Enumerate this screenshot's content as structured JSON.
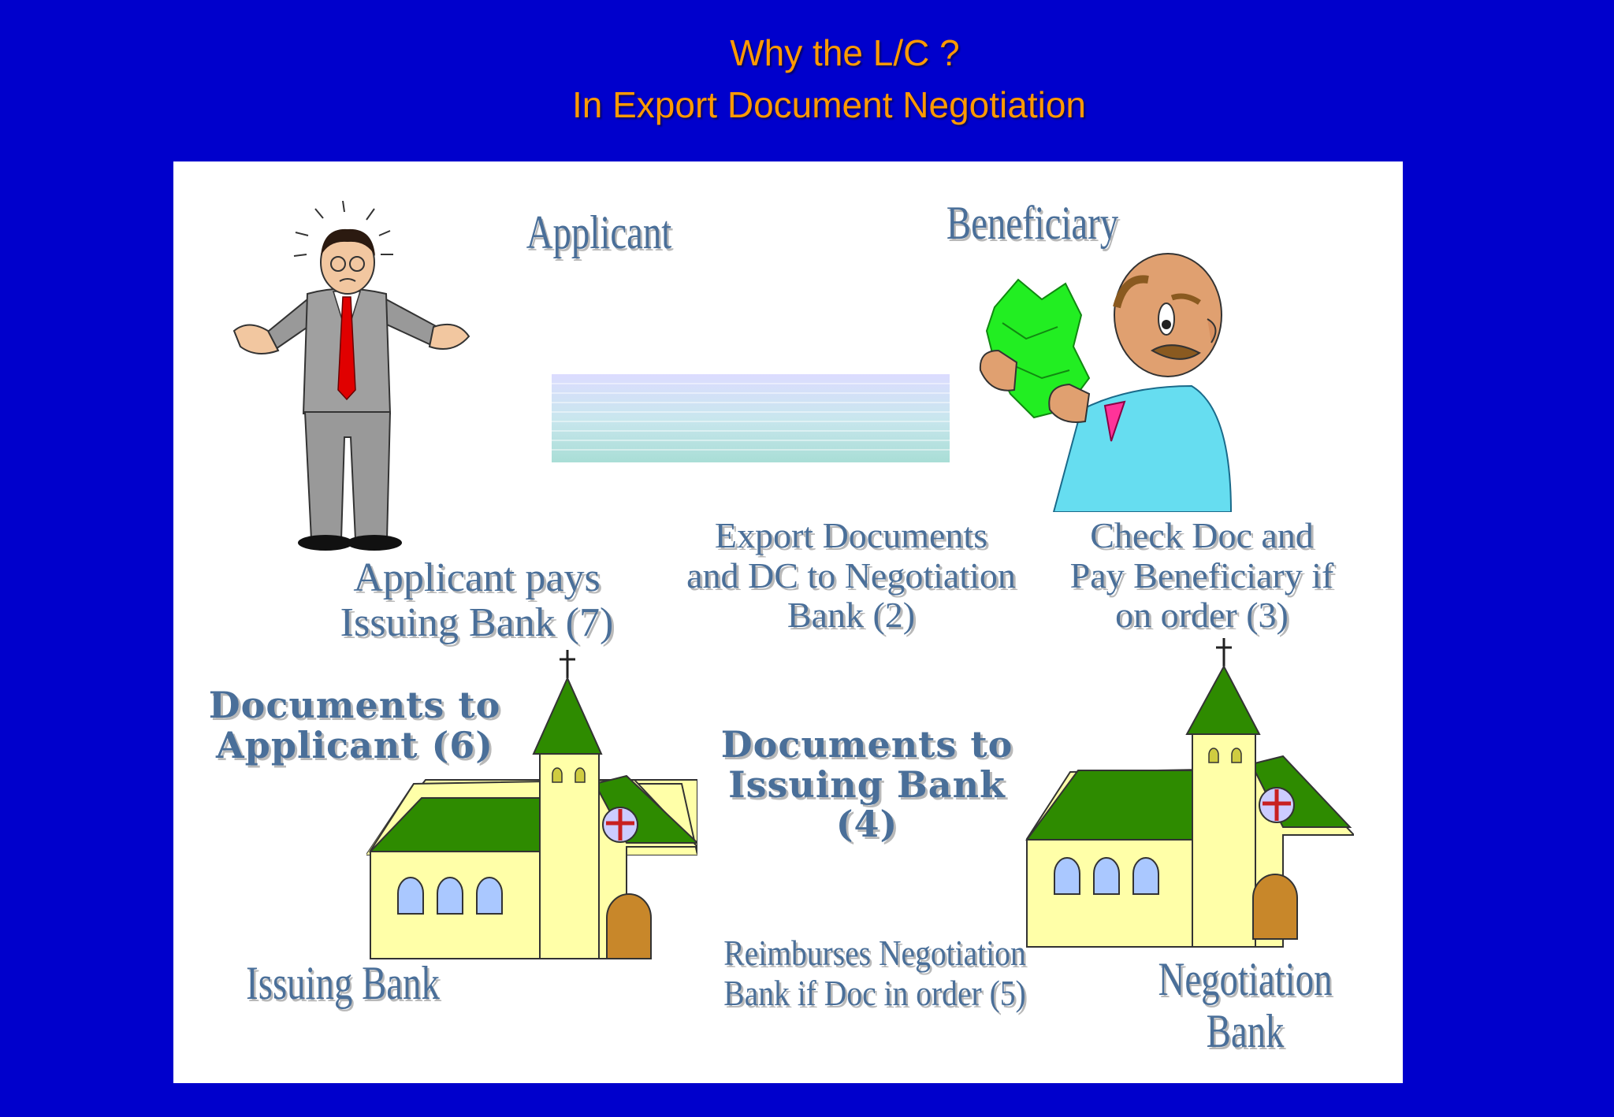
{
  "slide": {
    "title_line1": "Why the L/C ?",
    "title_line2": "In Export Document Negotiation"
  },
  "diagram": {
    "applicant": "Applicant",
    "beneficiary": "Beneficiary",
    "issuing_bank": "Issuing Bank",
    "negotiation_bank": "Negotiation Bank",
    "step2": [
      "Export Documents",
      "and DC to Negotiation",
      "Bank (2)"
    ],
    "step3": [
      "Check Doc and",
      "Pay Beneficiary if",
      "on order (3)"
    ],
    "step4": [
      "Documents to",
      "Issuing Bank (4)"
    ],
    "step5": [
      "Reimburses Negotiation",
      "Bank if Doc in order (5)"
    ],
    "step6": [
      "Documents to",
      "Applicant (6)"
    ],
    "step7": [
      "Applicant pays",
      "Issuing Bank (7)"
    ]
  },
  "colors": {
    "background": "#0000cc",
    "title": "#ff9900",
    "label": "#4a6f99",
    "roof": "#2e8b00",
    "wall": "#ffffa8"
  },
  "icons": [
    "worried-businessman-icon",
    "happy-beneficiary-icon",
    "cash-bundle-icon",
    "church-bank-icon"
  ]
}
